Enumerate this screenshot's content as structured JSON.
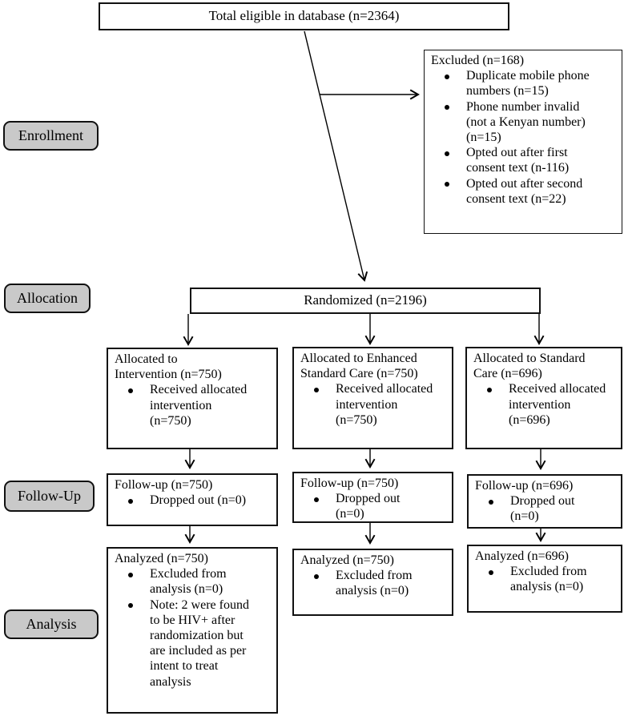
{
  "colors": {
    "background": "#ffffff",
    "box_border": "#111111",
    "label_fill": "#c9c9c9",
    "arrow": "#000000",
    "text": "#000000"
  },
  "stages": {
    "enrollment": "Enrollment",
    "allocation": "Allocation",
    "followup": "Follow-Up",
    "analysis": "Analysis"
  },
  "top_box": {
    "text": "Total eligible in database (n=2364)"
  },
  "excluded_box": {
    "title": "Excluded (n=168)",
    "bullets": [
      "Duplicate mobile phone\nnumbers (n=15)",
      "Phone number invalid\n(not a Kenyan number)\n(n=15)",
      "Opted out after first\nconsent text (n-116)",
      "Opted out after second\nconsent text (n=22)"
    ]
  },
  "randomized_box": {
    "text": "Randomized (n=2196)"
  },
  "columns": [
    {
      "allocated": {
        "title": "Allocated to\nIntervention (n=750)",
        "bullets": [
          "Received allocated\nintervention\n(n=750)"
        ]
      },
      "followup": {
        "title": "Follow-up (n=750)",
        "bullets": [
          "Dropped out (n=0)"
        ]
      },
      "analyzed": {
        "title": "Analyzed (n=750)",
        "bullets": [
          "Excluded from\nanalysis (n=0)",
          "Note: 2 were found\nto be HIV+ after\nrandomization but\nare included as per\nintent to treat\nanalysis"
        ]
      }
    },
    {
      "allocated": {
        "title": "Allocated to Enhanced\nStandard Care (n=750)",
        "bullets": [
          "Received allocated\nintervention\n(n=750)"
        ]
      },
      "followup": {
        "title": "Follow-up (n=750)",
        "bullets": [
          "Dropped out\n(n=0)"
        ]
      },
      "analyzed": {
        "title": "Analyzed (n=750)",
        "bullets": [
          "Excluded from\nanalysis (n=0)"
        ]
      }
    },
    {
      "allocated": {
        "title": "Allocated to Standard\nCare (n=696)",
        "bullets": [
          "Received allocated\nintervention\n(n=696)"
        ]
      },
      "followup": {
        "title": "Follow-up (n=696)",
        "bullets": [
          "Dropped out\n(n=0)"
        ]
      },
      "analyzed": {
        "title": "Analyzed (n=696)",
        "bullets": [
          "Excluded from\nanalysis (n=0)"
        ]
      }
    }
  ]
}
